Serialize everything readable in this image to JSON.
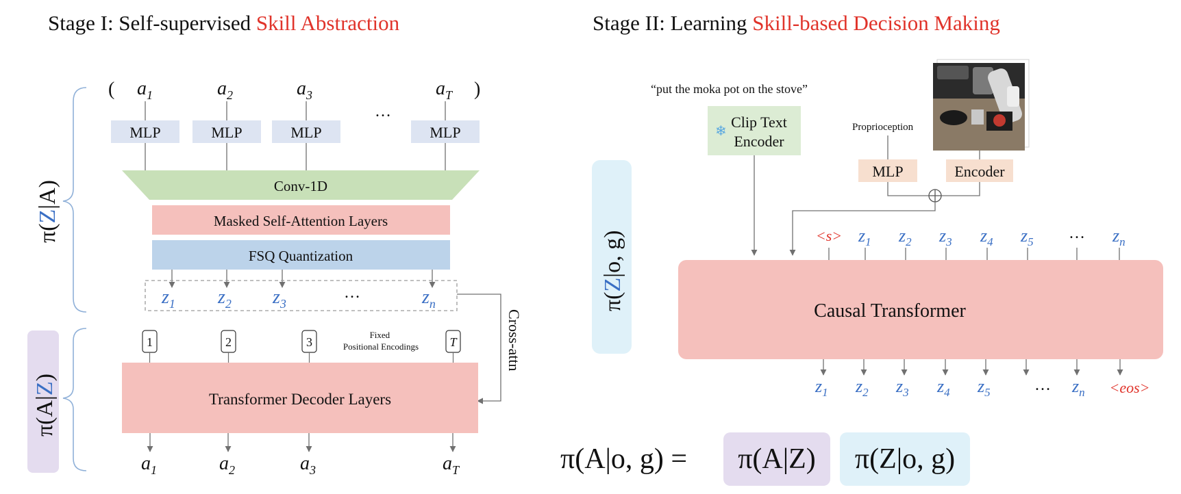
{
  "stage1": {
    "title_prefix": "Stage I: Self-supervised ",
    "title_highlight": "Skill Abstraction",
    "open_paren": "(",
    "close_paren": ")",
    "action_inputs": [
      {
        "base": "a",
        "sub": "1"
      },
      {
        "base": "a",
        "sub": "2"
      },
      {
        "base": "a",
        "sub": "3"
      },
      {
        "base": "a",
        "sub": "T"
      }
    ],
    "ellipsis": "…",
    "mlp_label": "MLP",
    "conv_label": "Conv-1D",
    "masked_attn_label": "Masked Self-Attention Layers",
    "fsq_label": "FSQ Quantization",
    "codes": [
      {
        "base": "z",
        "sub": "1"
      },
      {
        "base": "z",
        "sub": "2"
      },
      {
        "base": "z",
        "sub": "3"
      },
      {
        "base": "z",
        "sub": "n"
      }
    ],
    "encoder_brace": {
      "prefix": "π(",
      "z": "Z",
      "suffix": "|A)"
    },
    "decoder_brace": {
      "prefix": "π(A|",
      "z": "Z",
      "suffix": ")"
    },
    "positional_tokens": [
      "1",
      "2",
      "3",
      "T"
    ],
    "positional_label_line1": "Fixed",
    "positional_label_line2": "Positional Encodings",
    "decoder_label": "Transformer Decoder Layers",
    "cross_attn_label": "Cross-attn",
    "action_outputs": [
      {
        "base": "a",
        "sub": "1"
      },
      {
        "base": "a",
        "sub": "2"
      },
      {
        "base": "a",
        "sub": "3"
      },
      {
        "base": "a",
        "sub": "T"
      }
    ]
  },
  "stage2": {
    "title_prefix": "Stage II: Learning ",
    "title_highlight": "Skill-based Decision Making",
    "instruction": "“put the moka pot on the stove”",
    "clip_line1": "Clip Text",
    "clip_line2": "Encoder",
    "snowflake_icon": "❄",
    "proprio_label": "Proprioception",
    "mlp_label": "MLP",
    "encoder_label": "Encoder",
    "sum_symbol": "⊕",
    "policy_brace": {
      "prefix": "π(",
      "z": "Z",
      "suffix": "|o, g)"
    },
    "start_token": "<s>",
    "input_tokens": [
      {
        "base": "z",
        "sub": "1"
      },
      {
        "base": "z",
        "sub": "2"
      },
      {
        "base": "z",
        "sub": "3"
      },
      {
        "base": "z",
        "sub": "4"
      },
      {
        "base": "z",
        "sub": "5"
      },
      {
        "base": "z",
        "sub": "n"
      }
    ],
    "ellipsis": "…",
    "transformer_label": "Causal Transformer",
    "output_tokens": [
      {
        "base": "z",
        "sub": "1"
      },
      {
        "base": "z",
        "sub": "2"
      },
      {
        "base": "z",
        "sub": "3"
      },
      {
        "base": "z",
        "sub": "4"
      },
      {
        "base": "z",
        "sub": "5"
      },
      {
        "base": "z",
        "sub": "n"
      }
    ],
    "eos_token": "<eos>"
  },
  "equation": {
    "lhs": "π(A|o, g) =",
    "term1": "π(A|Z)",
    "term2": "π(Z|o, g)"
  },
  "colors": {
    "highlight_red": "#e0332a",
    "code_blue": "#3a6fc4",
    "mlp_fill": "#dde4f2",
    "conv_fill": "#c8e0b8",
    "attn_fill": "#f5c0bc",
    "fsq_fill": "#bcd3ea",
    "clip_fill": "#dcecd4",
    "peach_fill": "#f7dfcf",
    "purple_fill": "#e4dcef",
    "cyan_fill": "#dff1f9",
    "brace_blue": "#8fb0d8",
    "arrow_gray": "#707070"
  }
}
